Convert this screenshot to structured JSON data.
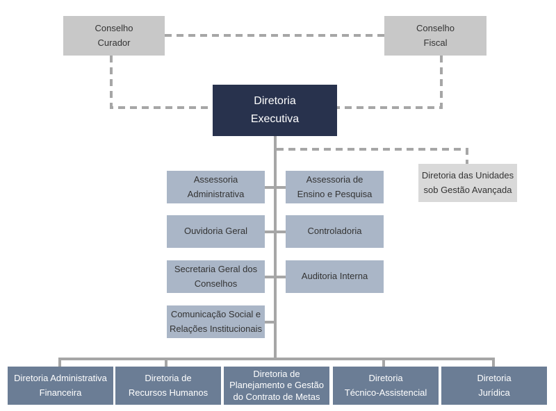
{
  "chart": {
    "conselho_curador": "Conselho\nCurador",
    "conselho_fiscal": "Conselho\nFiscal",
    "diretoria_executiva": "Diretoria\nExecutiva",
    "diretoria_unidades": "Diretoria das Unidades\nsob Gestão Avançada",
    "assessoria_administrativa": "Assessoria\nAdministrativa",
    "assessoria_ensino": "Assessoria de\nEnsino e Pesquisa",
    "ouvidoria": "Ouvidoria Geral",
    "controladoria": "Controladoria",
    "secretaria": "Secretaria Geral dos\nConselhos",
    "auditoria": "Auditoria Interna",
    "comunicacao": "Comunicação Social e\nRelações Institucionais",
    "dir_admin": "Diretoria Administrativa\nFinanceira",
    "dir_rh": "Diretoria de\nRecursos Humanos",
    "dir_planejamento": "Diretoria de\nPlanejamento e Gestão\ndo Contrato de Metas",
    "dir_tecnico": "Diretoria\nTécnico-Assistencial",
    "dir_juridica": "Diretoria\nJurídica"
  }
}
